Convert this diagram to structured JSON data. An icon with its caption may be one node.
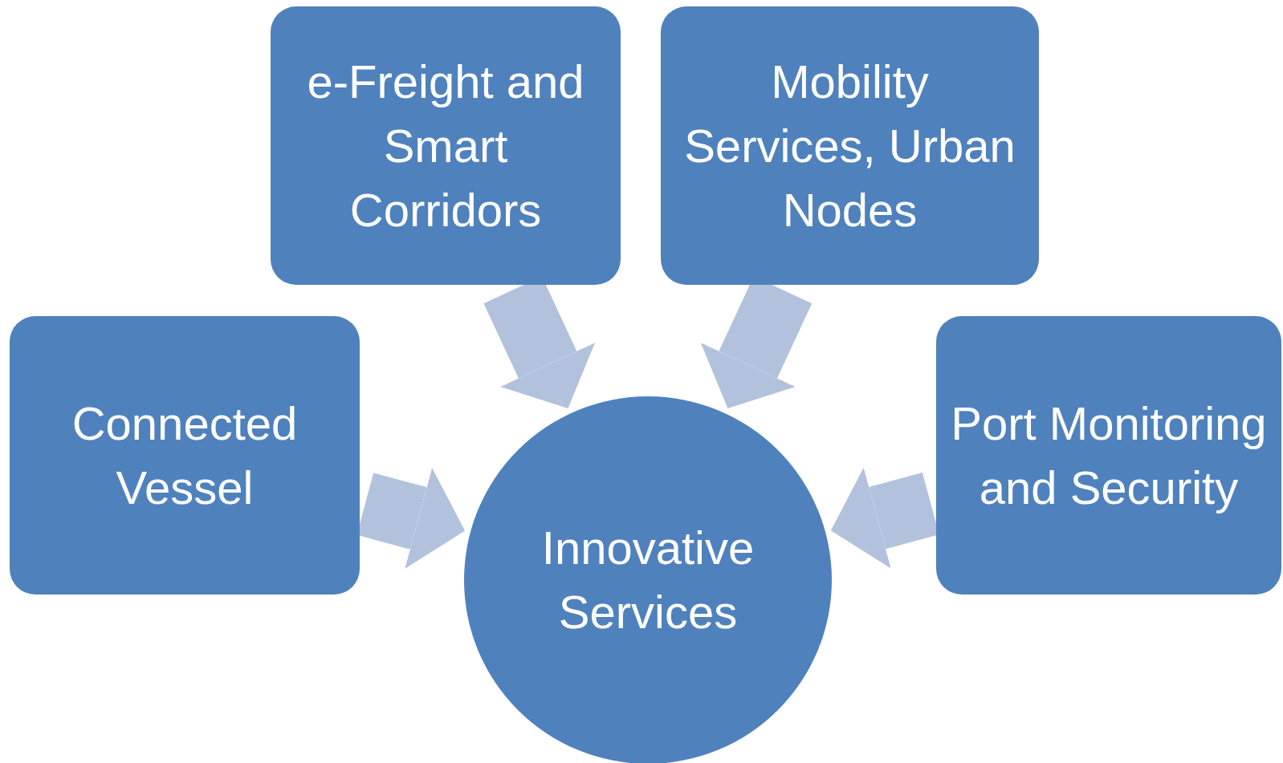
{
  "diagram": {
    "nodes": [
      {
        "text": [
          "e-Freight and Smart Corridors"
        ]
      },
      {
        "text": [
          "Mobility Services, Urban Nodes"
        ]
      },
      {
        "text": [
          "Connected Vessel"
        ]
      },
      {
        "text": [
          "Port Monitoring and Security"
        ]
      },
      {
        "text": [
          "Innovative Services"
        ]
      }
    ],
    "edges": [
      {
        "from": 0,
        "to": 4,
        "arrow": "to"
      },
      {
        "from": 1,
        "to": 4,
        "arrow": "to"
      },
      {
        "from": 2,
        "to": 4,
        "arrow": "to"
      },
      {
        "from": 3,
        "to": 4,
        "arrow": "to"
      }
    ]
  }
}
